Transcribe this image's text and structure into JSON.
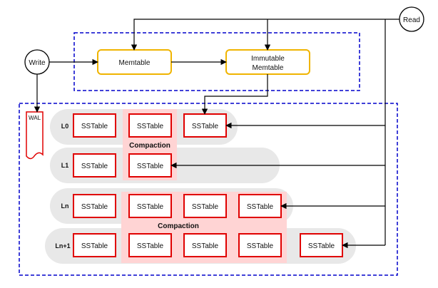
{
  "write": "Write",
  "read": "Read",
  "memtable": "Memtable",
  "immutable_memtable": [
    "Immutable",
    "Memtable"
  ],
  "wal": "WAL",
  "compaction_label": "Compaction",
  "sstable_label": "SSTable",
  "levels": [
    {
      "name": "L0",
      "sstables": 3
    },
    {
      "name": "L1",
      "sstables": 2
    },
    {
      "name": "Ln",
      "sstables": 4
    },
    {
      "name": "Ln+1",
      "sstables": 5
    }
  ],
  "colors": {
    "memtable_border": "#f0b400",
    "sstable_border": "#e00000",
    "compaction_fill": "#ffd4d4",
    "level_band": "#e8e8e8",
    "dashed_border": "#0000cc",
    "arrow": "#000000"
  }
}
